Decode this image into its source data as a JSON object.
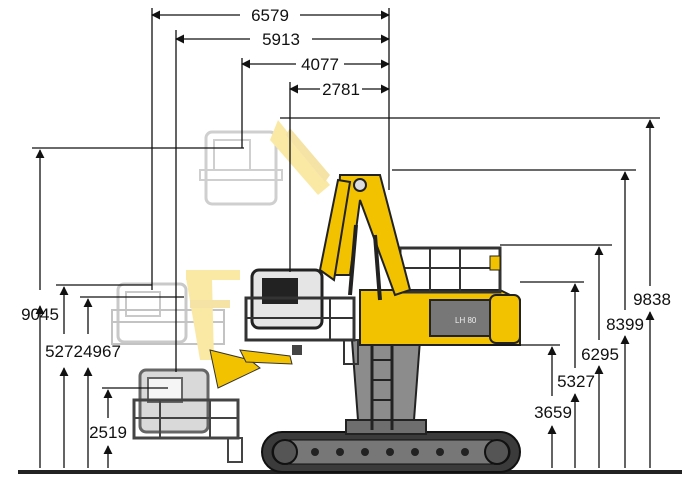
{
  "dimensions": {
    "top": [
      "6579",
      "5913",
      "4077",
      "2781"
    ],
    "left": [
      "9045",
      "5272",
      "4967",
      "2519"
    ],
    "right": [
      "9838",
      "8399",
      "6295",
      "5327",
      "3659"
    ]
  },
  "machine": {
    "model_plate": "LH 80",
    "colors": {
      "yellow": "#f2c200",
      "grey": "#8c8c8c",
      "dark": "#333333",
      "ground": "#222222"
    }
  }
}
